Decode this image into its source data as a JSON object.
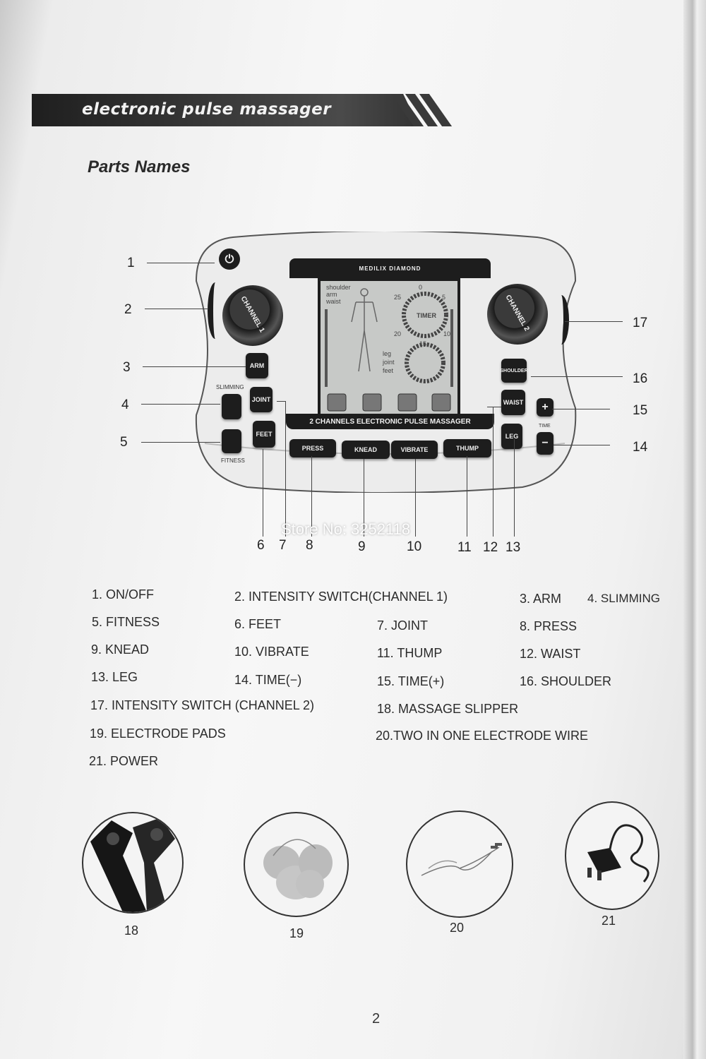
{
  "header": {
    "title": "electronic pulse massager"
  },
  "section_title": "Parts Names",
  "device": {
    "brand": "MEDILIX DIAMOND",
    "model_band": "2 CHANNELS ELECTRONIC PULSE MASSAGER",
    "knob_left_label": "CHANNEL 1",
    "knob_right_label": "CHANNEL 2",
    "lcd": {
      "body_labels": [
        "shoulder",
        "arm",
        "waist",
        "leg",
        "joint",
        "feet"
      ],
      "timer_label": "TIMER",
      "timer_ticks": [
        "0",
        "5",
        "10",
        "15",
        "20",
        "25"
      ]
    },
    "buttons": {
      "arm": "ARM",
      "joint": "JOINT",
      "feet": "FEET",
      "slimming": "SLIMMING",
      "fitness": "FITNESS",
      "press": "PRESS",
      "knead": "KNEAD",
      "vibrate": "VIBRATE",
      "thump": "THUMP",
      "shoulder": "SHOULDER",
      "waist": "WAIST",
      "leg": "LEG",
      "plus": "+",
      "minus": "−",
      "time": "TIME"
    }
  },
  "callouts": [
    "1",
    "2",
    "3",
    "4",
    "5",
    "6",
    "7",
    "8",
    "9",
    "10",
    "11",
    "12",
    "13",
    "14",
    "15",
    "16",
    "17"
  ],
  "watermark": "Store No: 3252118",
  "parts": [
    "1. ON/OFF",
    "2. INTENSITY SWITCH(CHANNEL 1)",
    "3. ARM",
    "4. SLIMMING",
    "5. FITNESS",
    "6. FEET",
    "7. JOINT",
    "8. PRESS",
    "9. KNEAD",
    "10. VIBRATE",
    "11. THUMP",
    "12. WAIST",
    "13. LEG",
    "14. TIME(−)",
    "15. TIME(+)",
    "16. SHOULDER",
    "17. INTENSITY SWITCH (CHANNEL 2)",
    "18. MASSAGE SLIPPER",
    "19. ELECTRODE PADS",
    "20.TWO IN ONE ELECTRODE WIRE",
    "21. POWER"
  ],
  "accessories": [
    {
      "number": "18",
      "icon": "massage-slipper"
    },
    {
      "number": "19",
      "icon": "electrode-pads"
    },
    {
      "number": "20",
      "icon": "electrode-wire"
    },
    {
      "number": "21",
      "icon": "power-adapter"
    }
  ],
  "page_number": "2"
}
